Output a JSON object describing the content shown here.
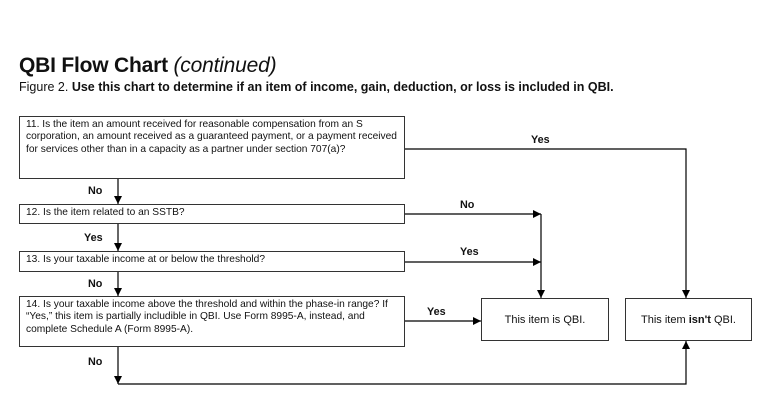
{
  "header": {
    "title": "QBI Flow Chart",
    "title_suffix": "(continued)",
    "figure_label": "Figure 2.",
    "figure_text": "Use this chart to determine if an item of income, gain, deduction, or loss is included in QBI."
  },
  "questions": {
    "q11": "11. Is the item an amount received for reasonable compensation from an S corporation, an amount received as a guaranteed payment, or a payment received for services other than in a capacity as a partner under section 707(a)?",
    "q12": "12. Is the item related to an SSTB?",
    "q13": "13. Is your taxable income at or below the threshold?",
    "q14": "14. Is your taxable income above the threshold and within the phase-in range? If “Yes,” this item is partially includible in QBI. Use Form 8995-A, instead, and complete Schedule A (Form 8995-A)."
  },
  "results": {
    "is_qbi": "This item is QBI.",
    "isnt_prefix": "This item ",
    "isnt_bold": "isn't",
    "isnt_suffix": " QBI."
  },
  "labels": {
    "q11_yes": "Yes",
    "q11_no": "No",
    "q12_no": "No",
    "q12_yes": "Yes",
    "q13_yes": "Yes",
    "q13_no": "No",
    "q14_yes": "Yes",
    "q14_no": "No"
  },
  "colors": {
    "line": "#000000",
    "box_border": "#333333"
  }
}
